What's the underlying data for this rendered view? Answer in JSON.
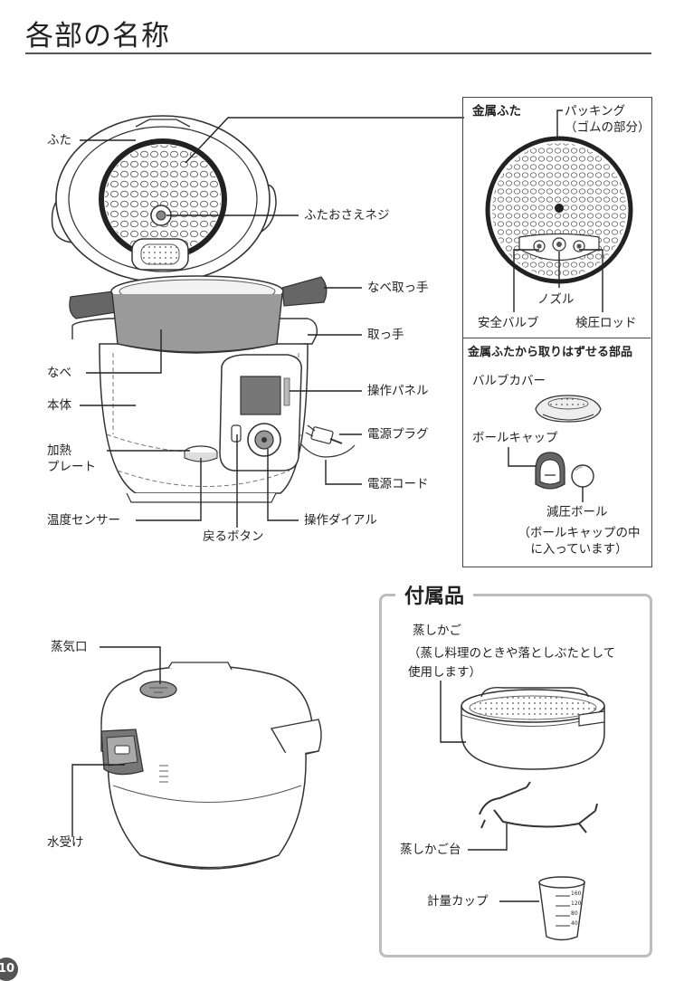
{
  "page": {
    "title": "各部の名称",
    "page_number": "10"
  },
  "main_labels": {
    "futa": "ふた",
    "futa_osae_neji": "ふたおさえネジ",
    "nabe_totte": "なべ取っ手",
    "totte": "取っ手",
    "nabe": "なべ",
    "hontai": "本体",
    "kanetsu_plate": "加熱\nプレート",
    "sousa_panel": "操作パネル",
    "dengen_plug": "電源プラグ",
    "dengen_cord": "電源コード",
    "ondo_sensor": "温度センサー",
    "modoru_button": "戻るボタン",
    "sousa_dial": "操作ダイアル"
  },
  "lid_panel": {
    "heading": "金属ふた",
    "packing": "パッキング\n（ゴムの部分）",
    "nozzle": "ノズル",
    "anzen_valve": "安全バルブ",
    "kenatsu_rod": "検圧ロッド",
    "removable_heading": "金属ふたから取りはずせる部品",
    "valve_cover": "バルブカバー",
    "ball_cap": "ボールキャップ",
    "genatsu_ball": "減圧ボール",
    "ball_note": "（ボールキャップの中\nに入っています）"
  },
  "lower_labels": {
    "jouki_guchi": "蒸気口",
    "mizu_uke": "水受け"
  },
  "accessories": {
    "heading": "付属品",
    "steam_basket": "蒸しかご",
    "steam_basket_note": "（蒸し料理のときや落としぶたとして\n使用します）",
    "steam_stand": "蒸しかご台",
    "measuring_cup": "計量カップ",
    "cup_marks": [
      "160",
      "120",
      "80",
      "40"
    ]
  },
  "colors": {
    "line": "#333333",
    "part_gray": "#8a8a8a",
    "dark_part": "#555555",
    "rim": "#3a3a3a",
    "frame": "#bdbdbd"
  }
}
